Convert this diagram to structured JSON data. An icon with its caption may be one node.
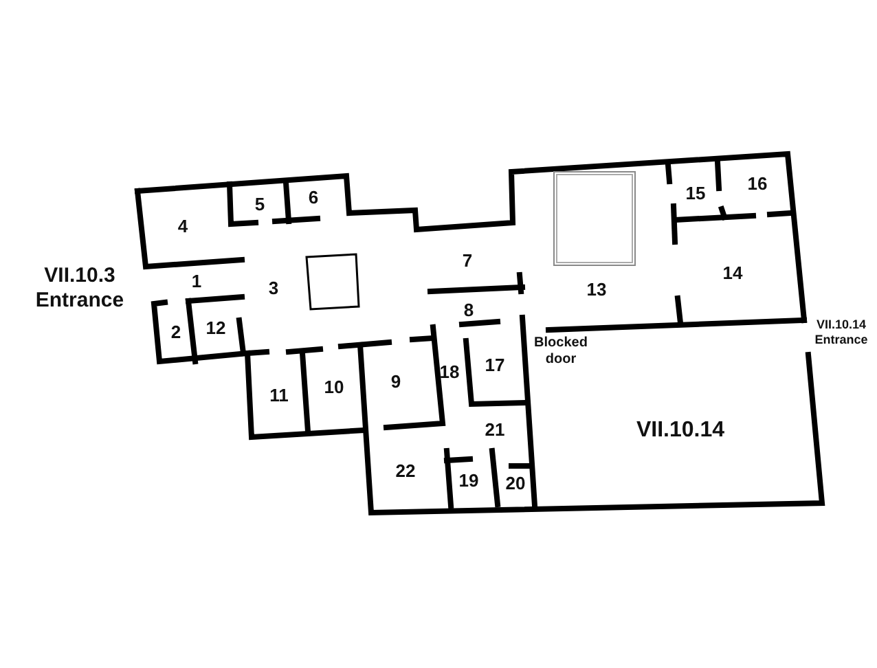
{
  "diagram": {
    "labels": [
      "4",
      "5",
      "6",
      "15",
      "16",
      "7",
      "3",
      "1",
      "VII.10.3 Entrance",
      "14",
      "13",
      "2",
      "12",
      "8",
      "VII.10.14 Entrance",
      "Blocked door",
      "10",
      "9",
      "11",
      "18",
      "17",
      "21",
      "VII.10.14",
      "22",
      "19",
      "20"
    ]
  }
}
